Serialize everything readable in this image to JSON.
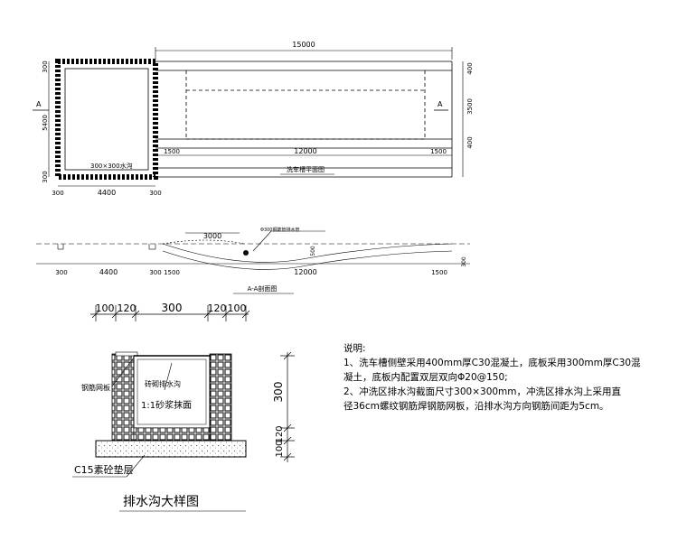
{
  "plan": {
    "left_dim_top_300": "300",
    "left_dim_5400": "5400",
    "left_dim_bottom_300": "300",
    "section_mark_left": "A",
    "section_mark_right": "A",
    "trench_label": "300×300水沟",
    "bottom_dim_300_left": "300",
    "bottom_dim_4400": "4400",
    "bottom_dim_300_right": "300",
    "top_dim_15000": "15000",
    "right_dim_400_top": "400",
    "right_dim_3500": "3500",
    "right_dim_400_bottom": "400",
    "dim_1500_left": "1500",
    "dim_12000": "12000",
    "dim_1500_right": "1500",
    "title": "洗车槽平面图"
  },
  "section": {
    "dim_3000": "3000",
    "pipe_note": "Φ300钢筋管排水管",
    "dim_500": "500",
    "dim_300_right": "300",
    "dims": [
      "300",
      "4400",
      "300",
      "1500",
      "12000",
      "1500"
    ],
    "title": "A-A剖面图"
  },
  "detail": {
    "top_dims": [
      "100",
      "120",
      "300",
      "120",
      "100"
    ],
    "grate_label": "钢筋网板",
    "inner_label_1": "砖砌排水沟",
    "inner_label_2": "1:1砂浆抹面",
    "right_dims": [
      "300",
      "120",
      "100"
    ],
    "base_label": "C15素砼垫层",
    "title": "排水沟大样图"
  },
  "notes": {
    "heading": "说明:",
    "line1": "1、洗车槽侧壁采用400mm厚C30混凝土，底板采用300mm厚C30混",
    "line2": "凝土，底板内配置双层双向Φ20@150;",
    "line3": "2、冲洗区排水沟截面尺寸300×300mm，冲洗区排水沟上采用直",
    "line4": "径36cm螺纹钢筋焊钢筋网板，沿排水沟方向钢筋间距为5cm。"
  }
}
